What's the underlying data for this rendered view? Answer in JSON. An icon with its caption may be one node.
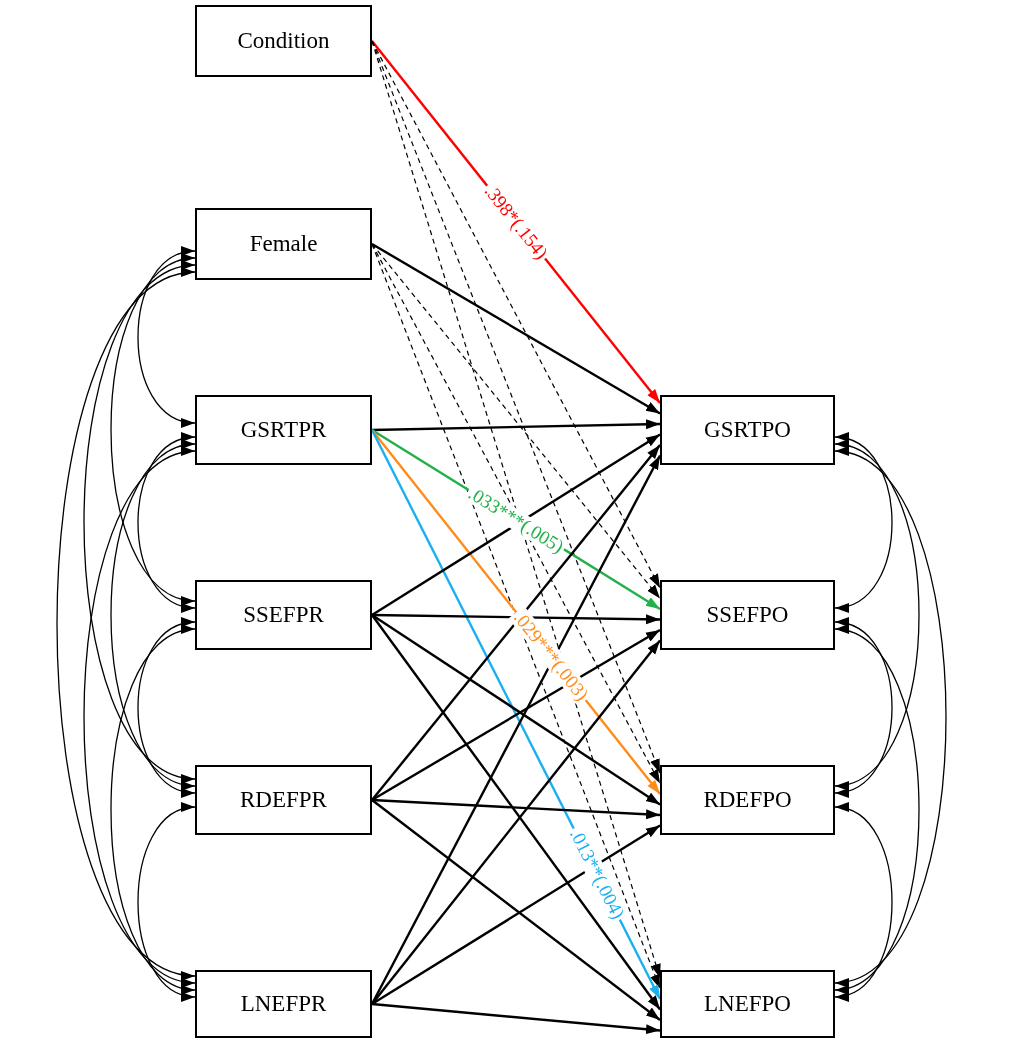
{
  "diagram": {
    "nodes": [
      {
        "text": [
          "Condition"
        ]
      },
      {
        "text": [
          "Female"
        ]
      },
      {
        "text": [
          "GSRTPR"
        ]
      },
      {
        "text": [
          "SSEFPR"
        ]
      },
      {
        "text": [
          "RDEFPR"
        ]
      },
      {
        "text": [
          "LNEFPR"
        ]
      },
      {
        "text": [
          "GSRTPO"
        ]
      },
      {
        "text": [
          "SSEFPO"
        ]
      },
      {
        "text": [
          "RDEFPO"
        ]
      },
      {
        "text": [
          "LNEFPO"
        ]
      }
    ],
    "edges": [
      {
        "from": 0,
        "to": 6,
        "arrow": "to",
        "label": ".398*(.154)",
        "color": "#ff0000"
      },
      {
        "from": 0,
        "to": 7,
        "arrow": "to",
        "style": "dashed"
      },
      {
        "from": 0,
        "to": 8,
        "arrow": "to",
        "style": "dashed"
      },
      {
        "from": 0,
        "to": 9,
        "arrow": "to",
        "style": "dashed"
      },
      {
        "from": 1,
        "to": 6,
        "arrow": "to"
      },
      {
        "from": 1,
        "to": 7,
        "arrow": "to",
        "style": "dashed"
      },
      {
        "from": 1,
        "to": 8,
        "arrow": "to",
        "style": "dashed"
      },
      {
        "from": 1,
        "to": 9,
        "arrow": "to",
        "style": "dashed"
      },
      {
        "from": 2,
        "to": 6,
        "arrow": "to"
      },
      {
        "from": 2,
        "to": 7,
        "arrow": "to",
        "label": ".033***(.005)",
        "color": "#22b04a"
      },
      {
        "from": 2,
        "to": 8,
        "arrow": "to",
        "label": ".029***(.003)",
        "color": "#ff8c1a"
      },
      {
        "from": 2,
        "to": 9,
        "arrow": "to",
        "label": ".013**(.004)",
        "color": "#1ab0f0"
      },
      {
        "from": 3,
        "to": 6,
        "arrow": "to"
      },
      {
        "from": 3,
        "to": 7,
        "arrow": "to"
      },
      {
        "from": 3,
        "to": 8,
        "arrow": "to"
      },
      {
        "from": 3,
        "to": 9,
        "arrow": "to"
      },
      {
        "from": 4,
        "to": 6,
        "arrow": "to"
      },
      {
        "from": 4,
        "to": 7,
        "arrow": "to"
      },
      {
        "from": 4,
        "to": 8,
        "arrow": "to"
      },
      {
        "from": 4,
        "to": 9,
        "arrow": "to"
      },
      {
        "from": 5,
        "to": 6,
        "arrow": "to"
      },
      {
        "from": 5,
        "to": 7,
        "arrow": "to"
      },
      {
        "from": 5,
        "to": 8,
        "arrow": "to"
      },
      {
        "from": 5,
        "to": 9,
        "arrow": "to"
      },
      {
        "from": 1,
        "to": 2,
        "arrow": "both"
      },
      {
        "from": 1,
        "to": 3,
        "arrow": "both"
      },
      {
        "from": 1,
        "to": 4,
        "arrow": "both"
      },
      {
        "from": 1,
        "to": 5,
        "arrow": "both"
      },
      {
        "from": 2,
        "to": 3,
        "arrow": "both"
      },
      {
        "from": 2,
        "to": 4,
        "arrow": "both"
      },
      {
        "from": 2,
        "to": 5,
        "arrow": "both"
      },
      {
        "from": 3,
        "to": 4,
        "arrow": "both"
      },
      {
        "from": 3,
        "to": 5,
        "arrow": "both"
      },
      {
        "from": 4,
        "to": 5,
        "arrow": "both"
      },
      {
        "from": 6,
        "to": 7,
        "arrow": "both"
      },
      {
        "from": 6,
        "to": 8,
        "arrow": "both"
      },
      {
        "from": 6,
        "to": 9,
        "arrow": "both"
      },
      {
        "from": 7,
        "to": 8,
        "arrow": "both"
      },
      {
        "from": 7,
        "to": 9,
        "arrow": "both"
      },
      {
        "from": 8,
        "to": 9,
        "arrow": "both"
      }
    ]
  }
}
